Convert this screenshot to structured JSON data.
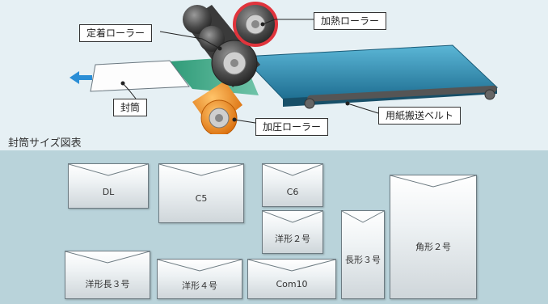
{
  "diagram": {
    "labels": {
      "fixing_roller": "定着ローラー",
      "heating_roller": "加熱ローラー",
      "envelope": "封筒",
      "paper_belt": "用紙搬送ベルト",
      "pressure_roller": "加圧ローラー"
    },
    "colors": {
      "belt": "#2f8fb4",
      "heating_ring": "#e0343c",
      "pressure_roller": "#f08a1c",
      "arrow": "#2a8ed6"
    }
  },
  "size_chart": {
    "title": "封筒サイズ図表",
    "envelopes": {
      "dl": "DL",
      "c5": "C5",
      "c6": "C6",
      "yokei2": "洋形２号",
      "nagagata3": "長形３号",
      "kakugata2": "角形２号",
      "yokeinaga3": "洋形長３号",
      "yokei4": "洋形４号",
      "com10": "Com10"
    }
  }
}
